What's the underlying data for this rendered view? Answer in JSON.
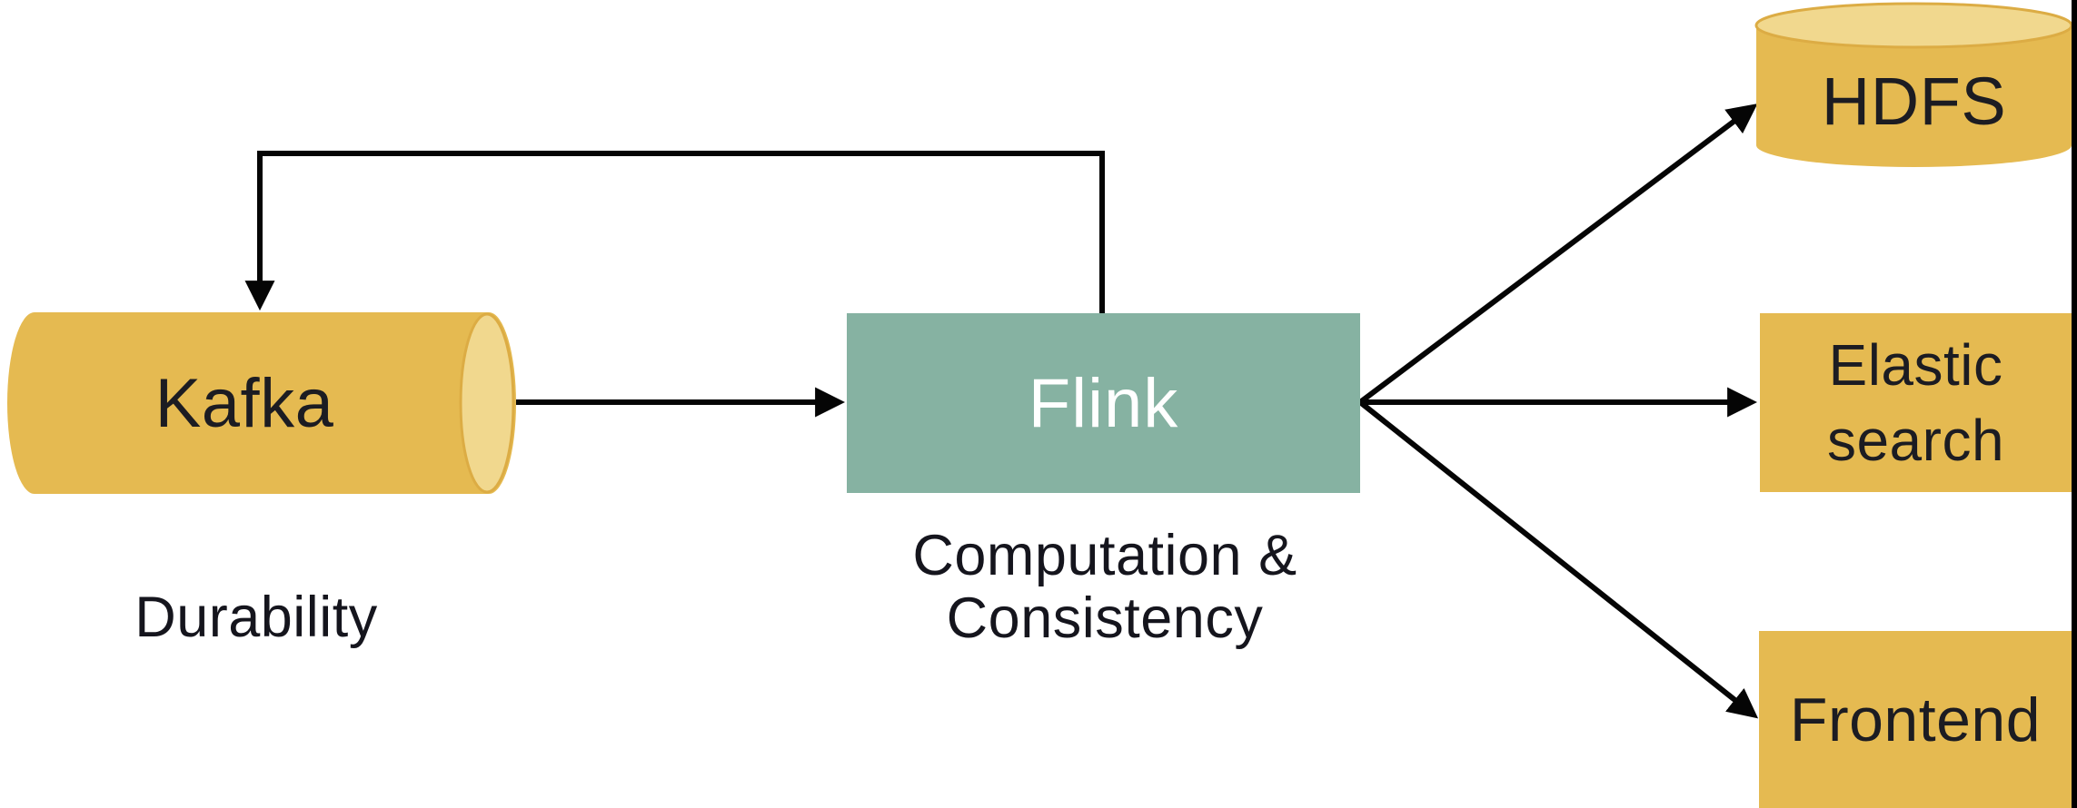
{
  "diagram": {
    "title_implied": "Kafka / Flink streaming pipeline",
    "colors": {
      "background": "#ffffff",
      "node_yellow": "#E5BA51",
      "cylinder_cap_light": "#F1D88E",
      "cylinder_cap_rim": "#DCAC44",
      "flink_green": "#86B2A2",
      "arrow_black": "#050505",
      "label_dark": "#1c1c22",
      "label_light": "#ffffff",
      "right_edge_strip": "#000000"
    },
    "nodes": {
      "kafka": {
        "label": "Kafka",
        "shape": "horizontal-cylinder",
        "caption": "Durability"
      },
      "flink": {
        "label": "Flink",
        "shape": "rectangle",
        "caption_line1": "Computation &",
        "caption_line2": "Consistency"
      },
      "hdfs": {
        "label": "HDFS",
        "shape": "vertical-cylinder"
      },
      "elasticsearch": {
        "label_line1": "Elastic",
        "label_line2": "search",
        "shape": "rectangle"
      },
      "frontend": {
        "label": "Frontend",
        "shape": "rectangle"
      }
    },
    "edges": [
      {
        "from": "Kafka",
        "to": "Flink",
        "style": "straight-arrow"
      },
      {
        "from": "Flink",
        "to": "Kafka",
        "style": "elbow-feedback-arrow"
      },
      {
        "from": "Flink",
        "to": "HDFS",
        "style": "diagonal-arrow"
      },
      {
        "from": "Flink",
        "to": "Elastic search",
        "style": "straight-arrow"
      },
      {
        "from": "Flink",
        "to": "Frontend",
        "style": "diagonal-arrow"
      }
    ]
  }
}
